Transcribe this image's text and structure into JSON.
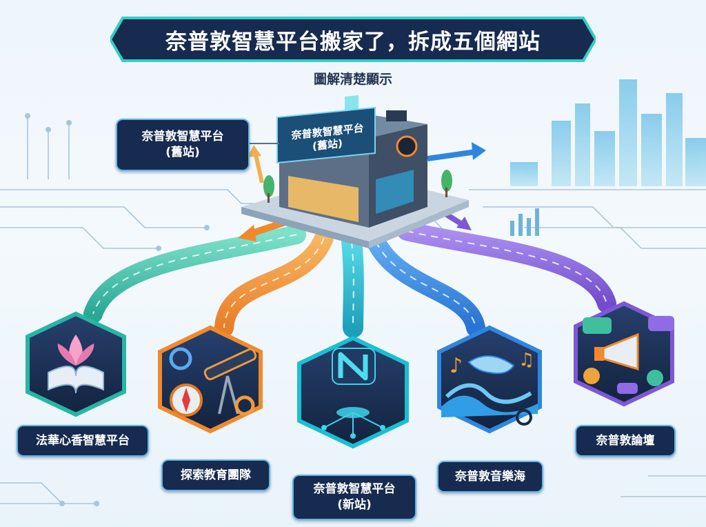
{
  "title": "奈普敦智慧平台搬家了，拆成五個網站",
  "subtitle": "圖解清楚顯示",
  "old_site": {
    "name": "奈普敦智慧平台",
    "note": "(舊站)"
  },
  "sign": {
    "name": "奈普敦智慧平台",
    "note": "(舊站)"
  },
  "sites": [
    {
      "name": "法華心香智慧平台",
      "icon": "lotus-book-icon",
      "color": "#27b5a4"
    },
    {
      "name": "探索教育團隊",
      "icon": "telescope-compass-icon",
      "color": "#ef8a2c"
    },
    {
      "name": "奈普敦智慧平台",
      "note": "(新站)",
      "icon": "n-logo-icon",
      "color": "#18c0d1"
    },
    {
      "name": "奈普敦音樂海",
      "icon": "dolphin-music-icon",
      "color": "#2f86e0"
    },
    {
      "name": "奈普敦論壇",
      "icon": "megaphone-chat-icon",
      "color": "#7d58d6"
    }
  ],
  "colors": {
    "navy": "#172a4f",
    "teal": "#27b5a4",
    "orange": "#ef8a2c",
    "blue": "#2f86e0",
    "purple": "#7d58d6"
  }
}
